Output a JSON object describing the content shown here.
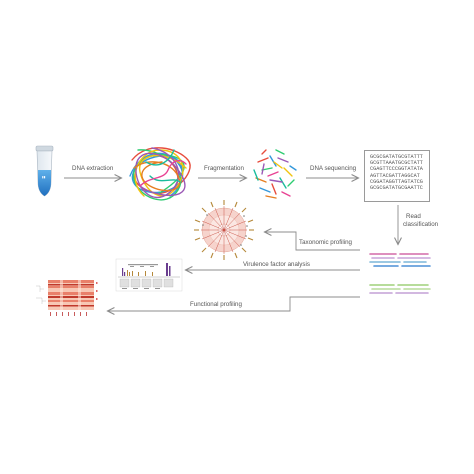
{
  "labels": {
    "dna_extraction": "DNA extraction",
    "fragmentation": "Fragmentation",
    "dna_sequencing": "DNA sequencing",
    "read_classification_1": "Read",
    "read_classification_2": "classification",
    "taxonomic_profiling": "Taxonomic profiling",
    "virulence_factor_analysis": "Virulence factor analysis",
    "functional_profiling": "Functional profiling"
  },
  "sequences": [
    "GCGCGATATGCGTATTT",
    "GCGTTAAATGCGCTATT",
    "CGAGTTCCCGGTATATA",
    "AGTTACGATTAGGCAT",
    "CGGATAGGTTAGTATCG",
    "GCGCGATATGCGAATTC"
  ],
  "colors": {
    "arrow": "#8c8c8c",
    "tube_blue": "#2f8fd8",
    "read_colors": [
      "#c9a3d8",
      "#7bb6d9",
      "#e78ac3",
      "#4c8fd6",
      "#9fd07a",
      "#d37ab8"
    ]
  }
}
